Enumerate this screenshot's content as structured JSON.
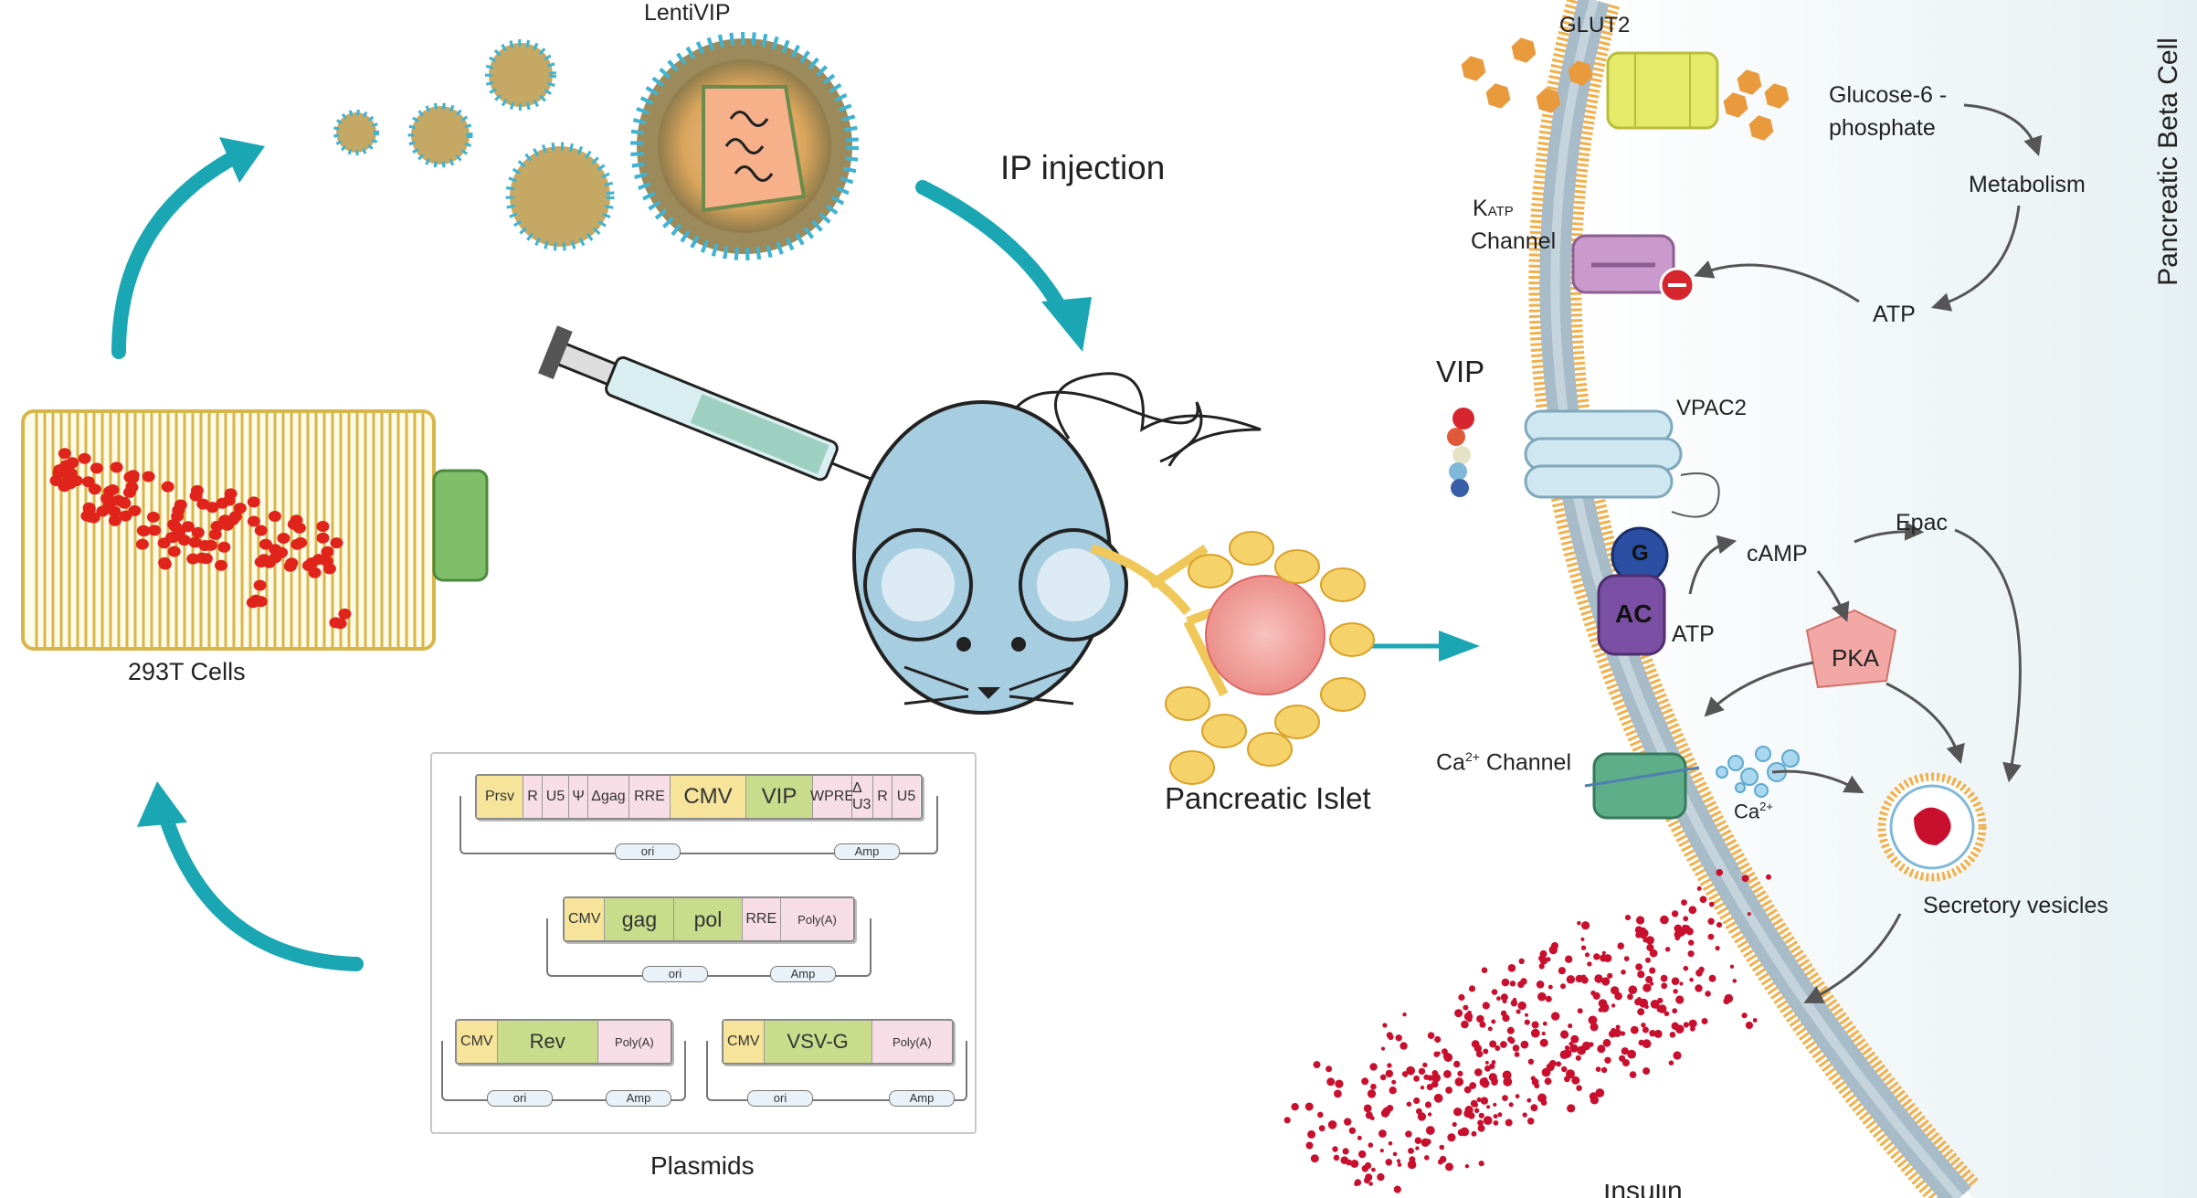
{
  "labels": {
    "lentivip": "LentiVIP",
    "ip_injection": "IP injection",
    "cells_293t": "293T Cells",
    "plasmids": "Plasmids",
    "pancreatic_islet": "Pancreatic Islet",
    "beta_cell": "Pancreatic Beta Cell",
    "glut2": "GLUT2",
    "glucose6p_line1": "Glucose-6 -",
    "glucose6p_line2": "phosphate",
    "metabolism": "Metabolism",
    "atp_top": "ATP",
    "katp_line1": "K",
    "katp_sub": "ATP",
    "katp_line2": "Channel",
    "vip": "VIP",
    "vpac2": "VPAC2",
    "g": "G",
    "ac": "AC",
    "atp_ac": "ATP",
    "camp": "cAMP",
    "epac": "Epac",
    "pka": "PKA",
    "ca_channel_pre": "Ca",
    "ca_channel_sup": "2+",
    "ca_channel_post": " Channel",
    "ca_ion": "Ca",
    "ca_ion_sup": "2+",
    "secretory": "Secretory vesicles",
    "insulin": "Insulin"
  },
  "plasmids": {
    "transfer": [
      "Prsv",
      "R",
      "U5",
      "Ψ",
      "Δgag",
      "RRE",
      "CMV",
      "VIP",
      "WPRE",
      "Δ U3",
      "R",
      "U5"
    ],
    "packaging": [
      "CMV",
      "gag",
      "pol",
      "RRE",
      "Poly(A)"
    ],
    "rev": [
      "CMV",
      "Rev",
      "Poly(A)"
    ],
    "envelope": [
      "CMV",
      "VSV-G",
      "Poly(A)"
    ],
    "ori": "ori",
    "amp": "Amp"
  },
  "colors": {
    "teal_arrow": "#1aa7b3",
    "membrane_gold": "#f2b04b",
    "membrane_core": "#a7bcc8",
    "cell_interior": "#edf4f5",
    "insulin_red": "#c8102e",
    "glut2_yellow": "#e5ea6b",
    "katp_purple": "#c99acb",
    "vpac2_blue": "#cfe7f1",
    "g_protein": "#2b4fa3",
    "ac_purple": "#7b4fa3",
    "pka_pink": "#f2a9a6",
    "ca_green": "#5fae8a",
    "segment_yellow": "#f5e49a",
    "segment_green": "#c9dc8c",
    "segment_pink": "#f6dde6"
  }
}
